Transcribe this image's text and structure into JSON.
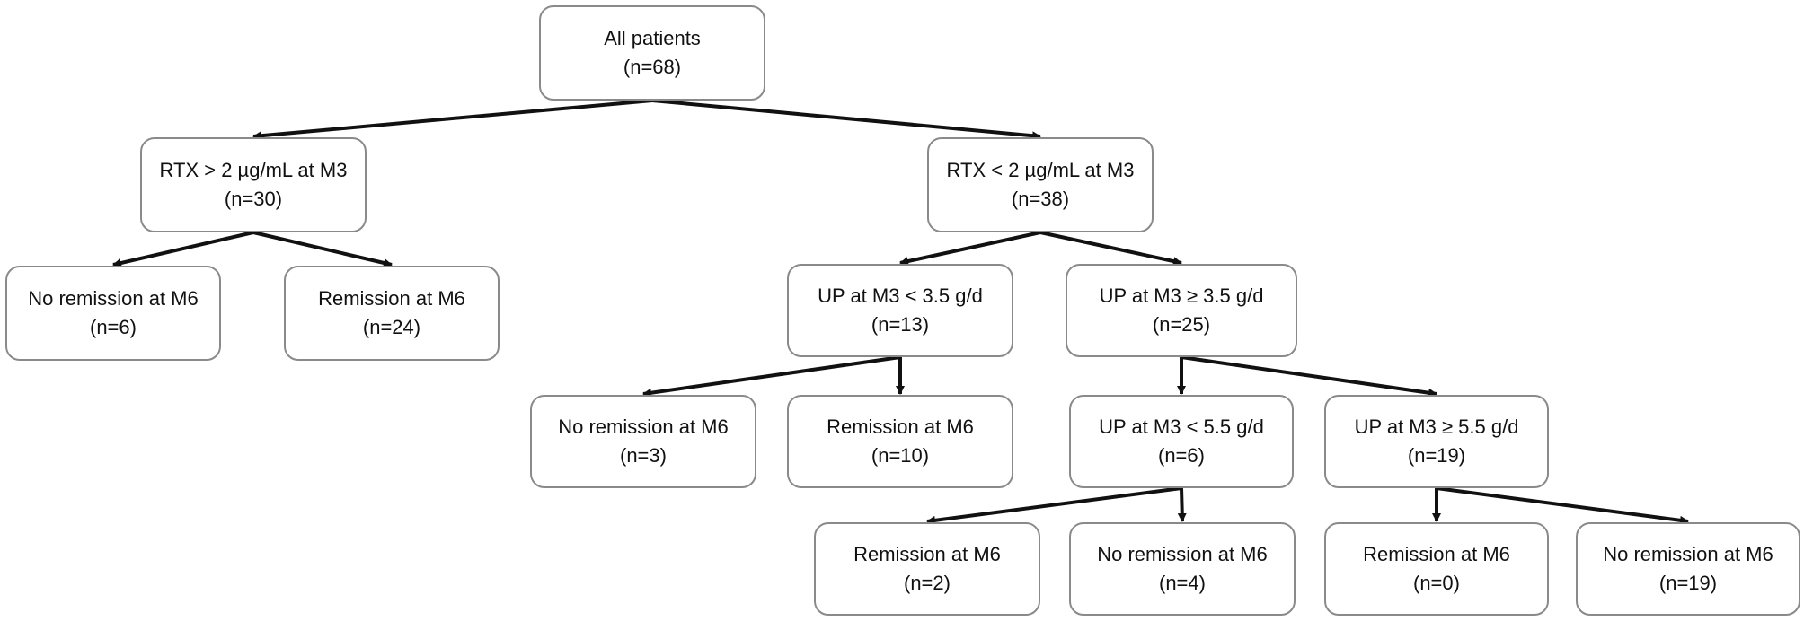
{
  "diagram": {
    "line_color": "#111111",
    "box_border_color": "#8a8a8a",
    "nodes": {
      "all": {
        "label": "All patients",
        "count": "(n=68)"
      },
      "rtx_high": {
        "label": "RTX > 2 µg/mL at M3",
        "count": "(n=30)"
      },
      "rtx_low": {
        "label": "RTX < 2 µg/mL at M3",
        "count": "(n=38)"
      },
      "rtx_high_no_rem": {
        "label": "No remission at M6",
        "count": "(n=6)"
      },
      "rtx_high_rem": {
        "label": "Remission at M6",
        "count": "(n=24)"
      },
      "up_lt_35": {
        "label": "UP at M3 < 3.5 g/d",
        "count": "(n=13)"
      },
      "up_ge_35": {
        "label": "UP at M3 ≥ 3.5 g/d",
        "count": "(n=25)"
      },
      "up_lt_35_no_rem": {
        "label": "No remission at M6",
        "count": "(n=3)"
      },
      "up_lt_35_rem": {
        "label": "Remission at M6",
        "count": "(n=10)"
      },
      "up_lt_55": {
        "label": "UP at M3 < 5.5 g/d",
        "count": "(n=6)"
      },
      "up_ge_55": {
        "label": "UP at M3 ≥ 5.5 g/d",
        "count": "(n=19)"
      },
      "up_lt_55_rem": {
        "label": "Remission at M6",
        "count": "(n=2)"
      },
      "up_lt_55_no_rem": {
        "label": "No remission at M6",
        "count": "(n=4)"
      },
      "up_ge_55_rem": {
        "label": "Remission at M6",
        "count": "(n=0)"
      },
      "up_ge_55_no_rem": {
        "label": "No remission at M6",
        "count": "(n=19)"
      }
    },
    "edges": [
      {
        "from": "all",
        "to": "rtx_high"
      },
      {
        "from": "all",
        "to": "rtx_low"
      },
      {
        "from": "rtx_high",
        "to": "rtx_high_no_rem"
      },
      {
        "from": "rtx_high",
        "to": "rtx_high_rem"
      },
      {
        "from": "rtx_low",
        "to": "up_lt_35"
      },
      {
        "from": "rtx_low",
        "to": "up_ge_35"
      },
      {
        "from": "up_lt_35",
        "to": "up_lt_35_no_rem"
      },
      {
        "from": "up_lt_35",
        "to": "up_lt_35_rem"
      },
      {
        "from": "up_ge_35",
        "to": "up_lt_55"
      },
      {
        "from": "up_ge_35",
        "to": "up_ge_55"
      },
      {
        "from": "up_lt_55",
        "to": "up_lt_55_rem"
      },
      {
        "from": "up_lt_55",
        "to": "up_lt_55_no_rem"
      },
      {
        "from": "up_ge_55",
        "to": "up_ge_55_rem"
      },
      {
        "from": "up_ge_55",
        "to": "up_ge_55_no_rem"
      }
    ]
  }
}
